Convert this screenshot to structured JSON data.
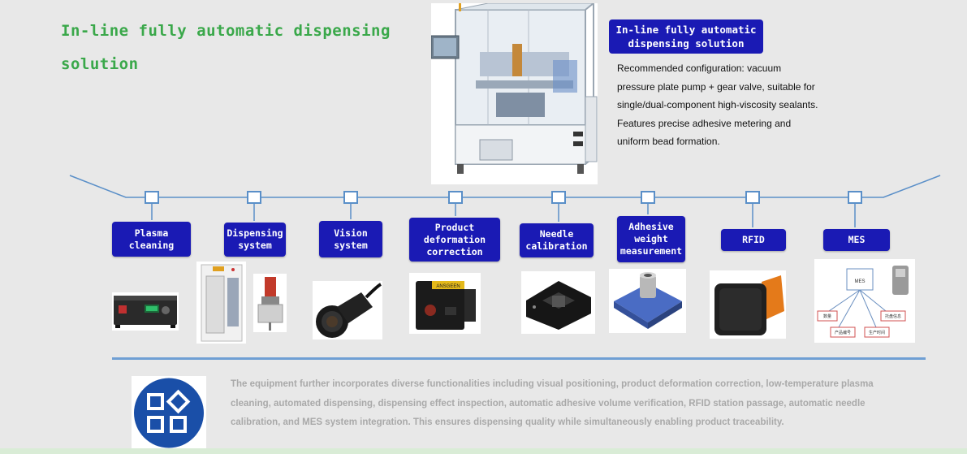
{
  "title": "In-line fully automatic dispensing solution",
  "callout": {
    "title": "In-line fully automatic dispensing solution",
    "description": "Recommended configuration: vacuum pressure plate pump + gear valve, suitable for single/dual-component high-viscosity sealants. Features precise adhesive metering and uniform bead formation."
  },
  "stations": [
    {
      "label": "Plasma cleaning"
    },
    {
      "label": "Dispensing system"
    },
    {
      "label": "Vision system"
    },
    {
      "label": "Product deformation correction"
    },
    {
      "label": "Needle calibration"
    },
    {
      "label": "Adhesive weight measurement"
    },
    {
      "label": "RFID"
    },
    {
      "label": "MES"
    }
  ],
  "mes_diagram": {
    "center": "MES",
    "nodes": [
      "数量",
      "产品编号",
      "生产时间",
      "托盘信息"
    ]
  },
  "sensor_label": "ANSGEEN",
  "footer": {
    "text": "The equipment further incorporates diverse functionalities including visual positioning, product deformation correction, low-temperature plasma cleaning, automated dispensing, dispensing effect inspection, automatic adhesive volume verification, RFID station passage, automatic needle calibration, and MES system integration. This ensures dispensing quality while simultaneously enabling product traceability."
  },
  "colors": {
    "title_green": "#3aa84a",
    "label_blue": "#1a1ab4",
    "line_blue": "#5a8fc8",
    "footer_gray": "#a9a9a9",
    "icon_blue": "#1a4fa8"
  }
}
